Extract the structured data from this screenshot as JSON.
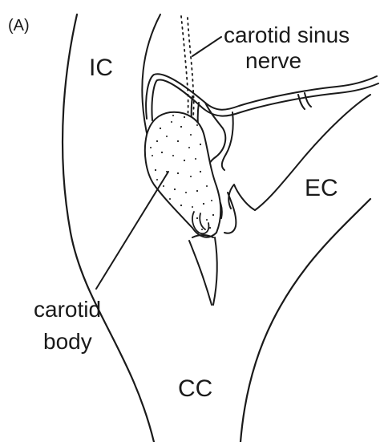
{
  "panel_label": "(A)",
  "vessels": {
    "internal_carotid": "IC",
    "external_carotid": "EC",
    "common_carotid": "CC"
  },
  "annotations": {
    "carotid_sinus_nerve": [
      "carotid sinus",
      "nerve"
    ],
    "carotid_body": [
      "carotid",
      "body"
    ]
  },
  "colors": {
    "ink": "#1a1a1a",
    "background": "#ffffff"
  }
}
